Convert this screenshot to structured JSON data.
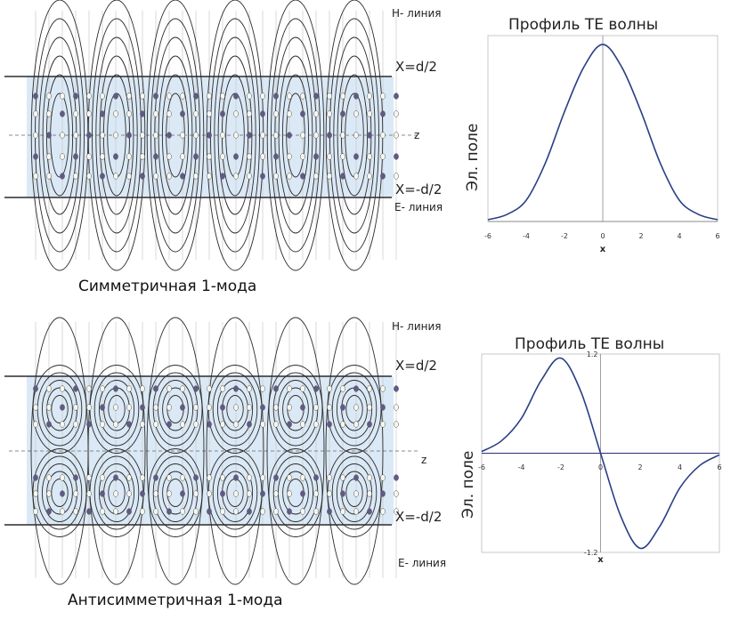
{
  "colors": {
    "guide": "#dbe9f6",
    "line": "#2b2b2b",
    "curve": "#2a3f86",
    "dot_dark": "#5f5a8a",
    "dot_light": "#f6f6ee"
  },
  "top_panel": {
    "h_line_label": "H- линия",
    "upper_boundary": "X=d/2",
    "lower_boundary": "X=-d/2",
    "axis_label": "z",
    "e_line_label": "E- линия",
    "caption": "Симметричная 1-мода"
  },
  "bottom_panel": {
    "h_line_label": "H- линия",
    "upper_boundary": "X=d/2",
    "lower_boundary": "X=-d/2",
    "axis_label": "z",
    "e_line_label": "E- линия",
    "caption": "Антисимметричная 1-мода"
  },
  "chart_data": [
    {
      "type": "line",
      "title": "Профиль ТЕ волны",
      "xlabel": "x",
      "ylabel": "Эл. поле",
      "xlim": [
        -6,
        6
      ],
      "x_ticks": [
        "-6",
        "-4",
        "-2",
        "0",
        "2",
        "4",
        "6"
      ],
      "series": [
        {
          "x": [
            -6,
            -5,
            -4,
            -3,
            -2,
            -1,
            0,
            1,
            2,
            3,
            4,
            5,
            6
          ],
          "values": [
            0.01,
            0.04,
            0.12,
            0.33,
            0.62,
            0.87,
            1.0,
            0.87,
            0.62,
            0.33,
            0.12,
            0.04,
            0.01
          ]
        }
      ]
    },
    {
      "type": "line",
      "title": "Профиль ТЕ волны",
      "xlabel": "x",
      "ylabel": "Эл. поле",
      "xlim": [
        -6,
        6
      ],
      "ylim": [
        -1.2,
        1.2
      ],
      "x_ticks": [
        "-6",
        "-4",
        "-2",
        "0",
        "2",
        "4",
        "6"
      ],
      "y_ticks": [
        "1.2",
        "-1.2"
      ],
      "series": [
        {
          "x": [
            -6,
            -5,
            -4,
            -3,
            -2,
            -1,
            0,
            1,
            2,
            3,
            4,
            5,
            6
          ],
          "values": [
            0.02,
            0.15,
            0.42,
            0.88,
            1.15,
            0.75,
            0.0,
            -0.75,
            -1.15,
            -0.88,
            -0.42,
            -0.15,
            -0.02
          ]
        }
      ]
    }
  ]
}
